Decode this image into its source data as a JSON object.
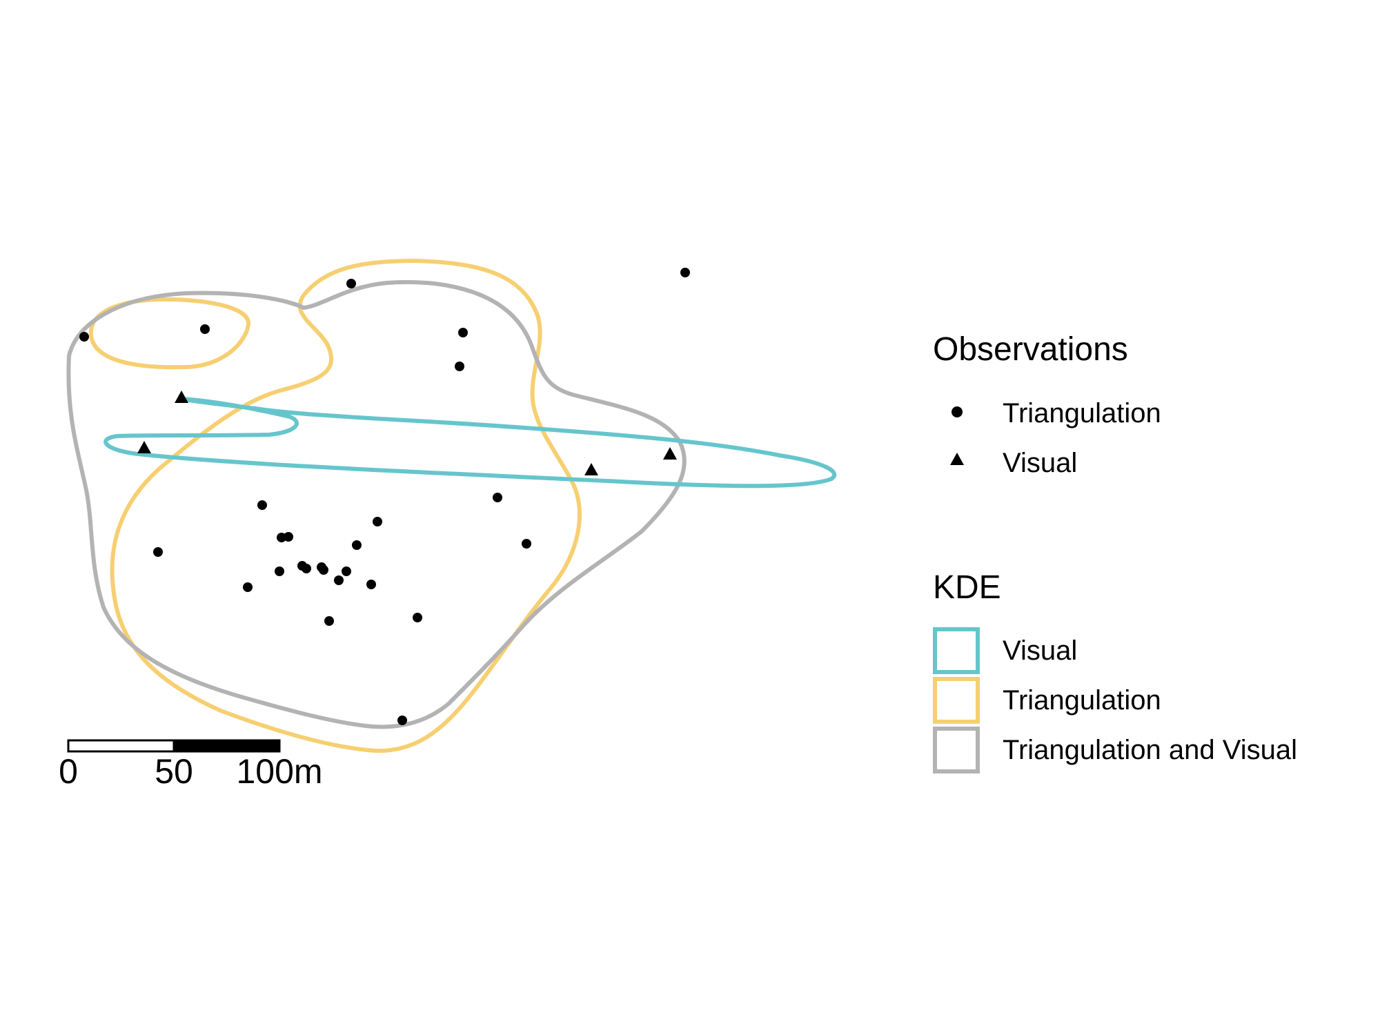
{
  "legend": {
    "observations": {
      "title": "Observations",
      "items": [
        {
          "label": "Triangulation",
          "shape": "circle"
        },
        {
          "label": "Visual",
          "shape": "triangle"
        }
      ]
    },
    "kde": {
      "title": "KDE",
      "items": [
        {
          "label": "Visual",
          "color": "#66c5cc"
        },
        {
          "label": "Triangulation",
          "color": "#f6cf71"
        },
        {
          "label": "Triangulation and Visual",
          "color": "#b3b3b3"
        }
      ]
    }
  },
  "scale_bar": {
    "labels": [
      "0",
      "50",
      "100m"
    ]
  },
  "colors": {
    "visual": "#66c5cc",
    "triangulation": "#f6cf71",
    "combined": "#b3b3b3",
    "points": "#000000"
  }
}
